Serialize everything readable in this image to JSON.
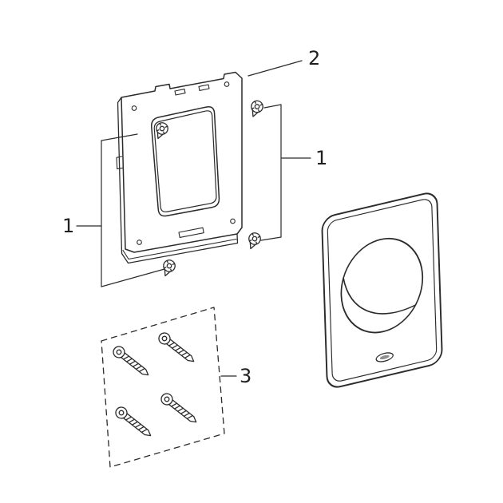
{
  "diagram": {
    "background_color": "#ffffff",
    "line_color": "#2b2b2b",
    "label_color": "#1f1f1f",
    "callouts": {
      "frame": {
        "label": "2"
      },
      "screws_right": {
        "label": "1"
      },
      "screws_left": {
        "label": "1"
      },
      "screw_pack": {
        "label": "3"
      }
    }
  }
}
